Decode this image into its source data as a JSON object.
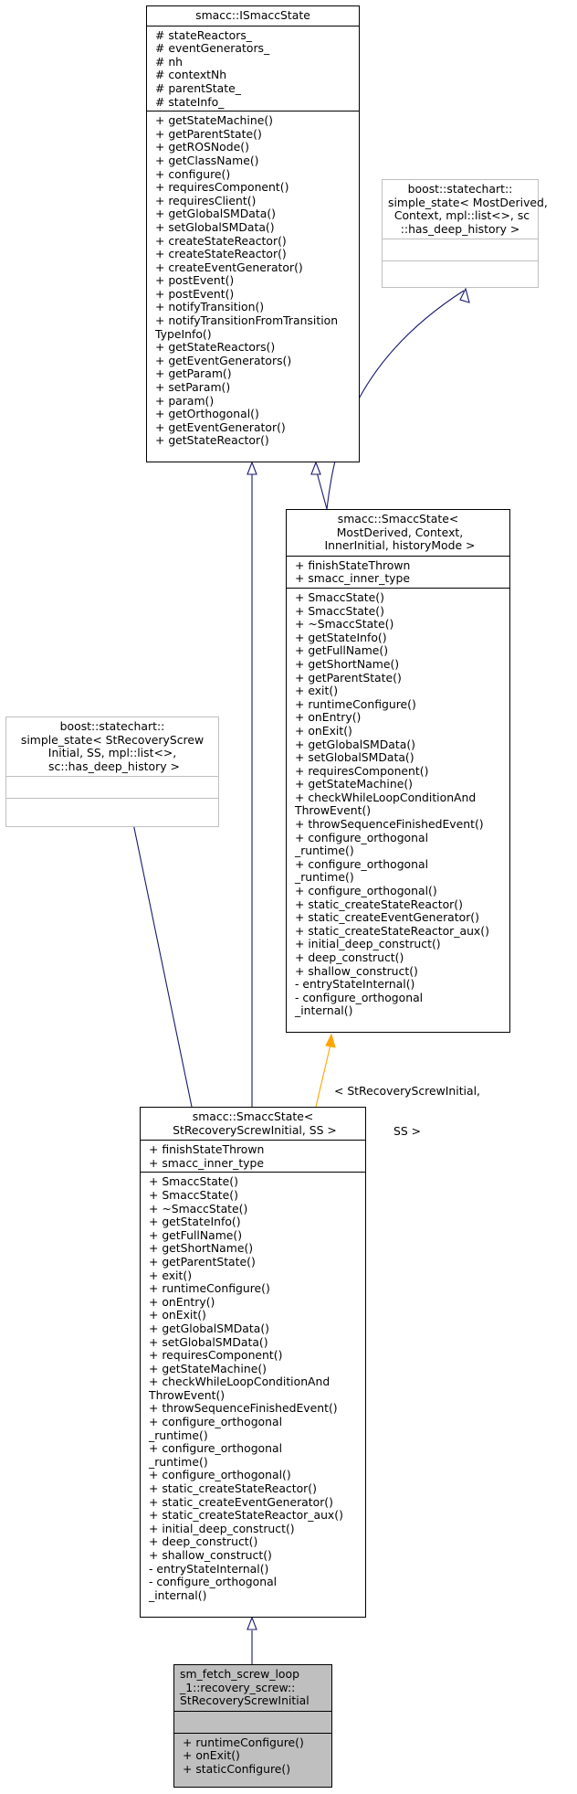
{
  "colors": {
    "edge_inherit": "#191970",
    "edge_template": "#ffa500",
    "border_external": "#bfbfbf",
    "leaf_fill": "#bfbfbf"
  },
  "classes": {
    "isstate": {
      "title": [
        "smacc::ISmaccState"
      ],
      "attributes": [
        "# stateReactors_",
        "# eventGenerators_",
        "# nh",
        "# contextNh",
        "# parentState_",
        "# stateInfo_"
      ],
      "methods": [
        "+ getStateMachine()",
        "+ getParentState()",
        "+ getROSNode()",
        "+ getClassName()",
        "+ configure()",
        "+ requiresComponent()",
        "+ requiresClient()",
        "+ getGlobalSMData()",
        "+ setGlobalSMData()",
        "+ createStateReactor()",
        "+ createStateReactor()",
        "+ createEventGenerator()",
        "+ postEvent()",
        "+ postEvent()",
        "+ notifyTransition()",
        "+ notifyTransitionFromTransition",
        "TypeInfo()",
        "+ getStateReactors()",
        "+ getEventGenerators()",
        "+ getParam()",
        "+ setParam()",
        "+ param()",
        "+ getOrthogonal()",
        "+ getEventGenerator()",
        "+ getStateReactor()"
      ]
    },
    "boost_state_generic": {
      "title": [
        "boost::statechart::",
        "simple_state< MostDerived,",
        " Context, mpl::list<>, sc",
        "::has_deep_history >"
      ]
    },
    "smacc_state_generic": {
      "title": [
        "smacc::SmaccState<",
        " MostDerived, Context,",
        " InnerInitial, historyMode >"
      ],
      "attributes": [
        "+ finishStateThrown",
        "+ smacc_inner_type"
      ],
      "methods": [
        "+ SmaccState()",
        "+ SmaccState()",
        "+ ~SmaccState()",
        "+ getStateInfo()",
        "+ getFullName()",
        "+ getShortName()",
        "+ getParentState()",
        "+ exit()",
        "+ runtimeConfigure()",
        "+ onEntry()",
        "+ onExit()",
        "+ getGlobalSMData()",
        "+ setGlobalSMData()",
        "+ requiresComponent()",
        "+ getStateMachine()",
        "+ checkWhileLoopConditionAnd",
        "ThrowEvent()",
        "+ throwSequenceFinishedEvent()",
        "+ configure_orthogonal",
        "_runtime()",
        "+ configure_orthogonal",
        "_runtime()",
        "+ configure_orthogonal()",
        "+ static_createStateReactor()",
        "+ static_createEventGenerator()",
        "+ static_createStateReactor_aux()",
        "+ initial_deep_construct()",
        "+ deep_construct()",
        "+ shallow_construct()",
        "- entryStateInternal()",
        "- configure_orthogonal",
        "_internal()"
      ]
    },
    "boost_state_recovery": {
      "title": [
        "boost::statechart::",
        "simple_state< StRecoveryScrew",
        "Initial, SS, mpl::list<>,",
        " sc::has_deep_history >"
      ]
    },
    "smacc_state_recovery": {
      "title": [
        "smacc::SmaccState<",
        " StRecoveryScrewInitial, SS >"
      ],
      "attributes": [
        "+ finishStateThrown",
        "+ smacc_inner_type"
      ],
      "methods": [
        "+ SmaccState()",
        "+ SmaccState()",
        "+ ~SmaccState()",
        "+ getStateInfo()",
        "+ getFullName()",
        "+ getShortName()",
        "+ getParentState()",
        "+ exit()",
        "+ runtimeConfigure()",
        "+ onEntry()",
        "+ onExit()",
        "+ getGlobalSMData()",
        "+ setGlobalSMData()",
        "+ requiresComponent()",
        "+ getStateMachine()",
        "+ checkWhileLoopConditionAnd",
        "ThrowEvent()",
        "+ throwSequenceFinishedEvent()",
        "+ configure_orthogonal",
        "_runtime()",
        "+ configure_orthogonal",
        "_runtime()",
        "+ configure_orthogonal()",
        "+ static_createStateReactor()",
        "+ static_createEventGenerator()",
        "+ static_createStateReactor_aux()",
        "+ initial_deep_construct()",
        "+ deep_construct()",
        "+ shallow_construct()",
        "- entryStateInternal()",
        "- configure_orthogonal",
        "_internal()"
      ]
    },
    "leaf": {
      "title": [
        "sm_fetch_screw_loop",
        "_1::recovery_screw::",
        "StRecoveryScrewInitial"
      ],
      "methods": [
        "+ runtimeConfigure()",
        "+ onExit()",
        "+ staticConfigure()"
      ]
    }
  },
  "edge_labels": {
    "template_args": [
      "< StRecoveryScrewInitial,",
      "SS >"
    ]
  }
}
